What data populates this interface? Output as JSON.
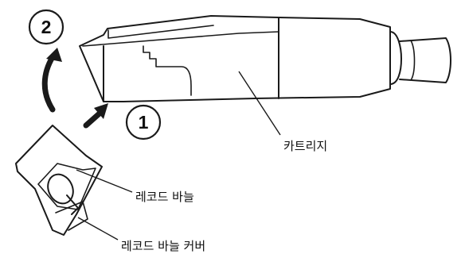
{
  "diagram": {
    "step_markers": [
      "2",
      "1"
    ],
    "labels": {
      "cartridge": "카트리지",
      "stylus": "레코드 바늘",
      "stylus_cover": "레코드 바늘 커버"
    },
    "colors": {
      "line": "#1a1a1a",
      "background": "#ffffff"
    }
  }
}
